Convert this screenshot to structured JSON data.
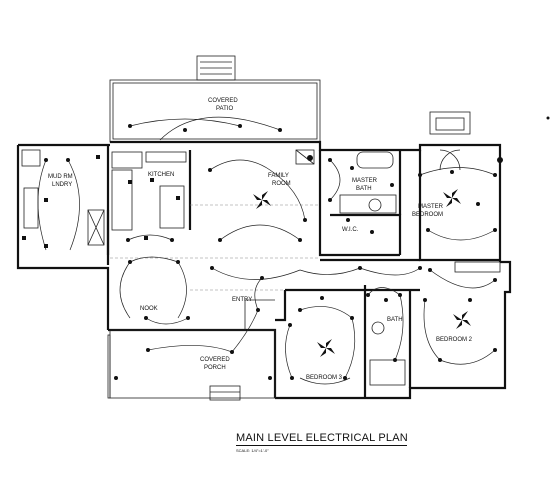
{
  "title": "MAIN LEVEL ELECTRICAL PLAN",
  "scale": "SCALE: 1/4\"=1'-0\"",
  "rooms": {
    "covered_patio": [
      "COVERED",
      "PATIO"
    ],
    "mud_rm": [
      "MUD RM",
      "LNDRY"
    ],
    "kitchen": "KITCHEN",
    "family_room": [
      "FAMILY",
      "ROOM"
    ],
    "master_bath": [
      "MASTER",
      "BATH"
    ],
    "master_bedroom": [
      "MASTER",
      "BEDROOM"
    ],
    "wic": "W.I.C.",
    "nook": "NOOK",
    "entry": "ENTRY",
    "bath": "BATH",
    "bedroom_2": "BEDROOM 2",
    "bedroom_3": "BEDROOM 3",
    "covered_porch": [
      "COVERED",
      "PORCH"
    ]
  }
}
